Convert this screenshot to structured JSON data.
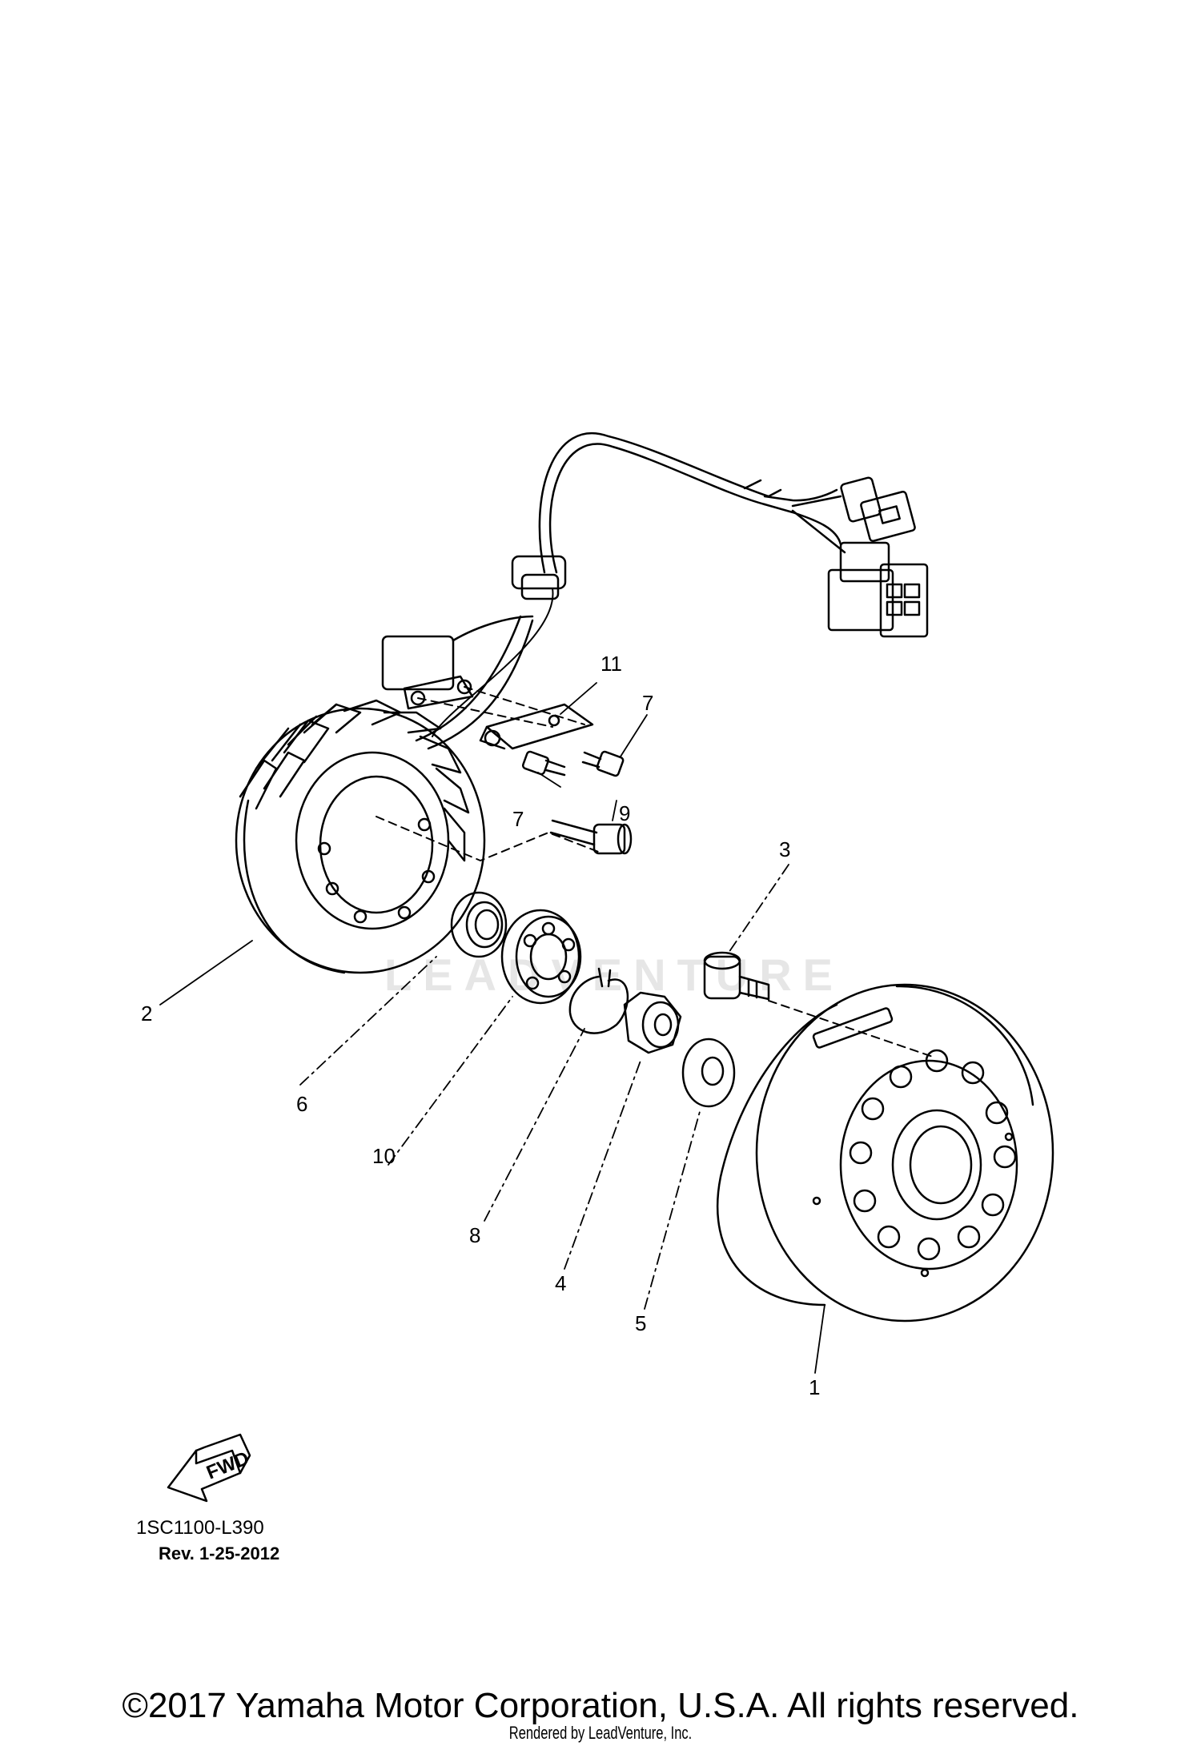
{
  "diagram": {
    "callouts": [
      "1",
      "2",
      "3",
      "4",
      "5",
      "6",
      "7",
      "7",
      "8",
      "9",
      "10",
      "11"
    ],
    "fwd_label": "FWD",
    "figure_id": "1SC1100-L390",
    "revision": "Rev. 1-25-2012",
    "watermark": "LEADVENTURE",
    "copyright": "©2017 Yamaha Motor Corporation, U.S.A. All rights reserved.",
    "rendered_by": "Rendered by LeadVenture, Inc."
  }
}
